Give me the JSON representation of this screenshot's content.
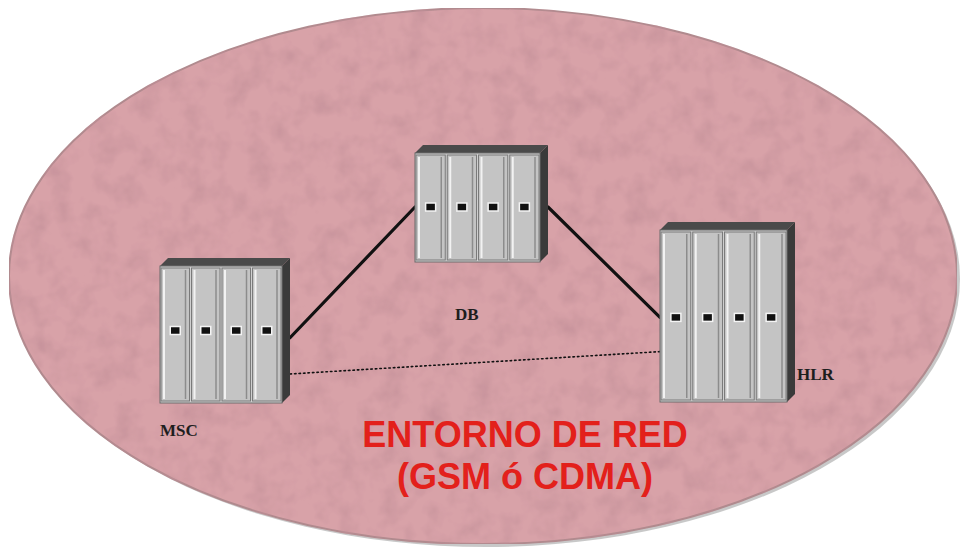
{
  "diagram": {
    "nodes": [
      {
        "text": [
          "ENTORNO DE RED (GSM ó CDMA)"
        ]
      },
      {
        "text": [
          "MSC"
        ],
        "in": 0
      },
      {
        "text": [
          "DB"
        ],
        "in": 0
      },
      {
        "text": [
          "HLR"
        ],
        "in": 0
      }
    ],
    "edges": [
      {
        "from": 1,
        "to": 2,
        "arrow": "none"
      },
      {
        "from": 2,
        "to": 3,
        "arrow": "none"
      },
      {
        "from": 1,
        "to": 3,
        "arrow": "none"
      }
    ]
  }
}
